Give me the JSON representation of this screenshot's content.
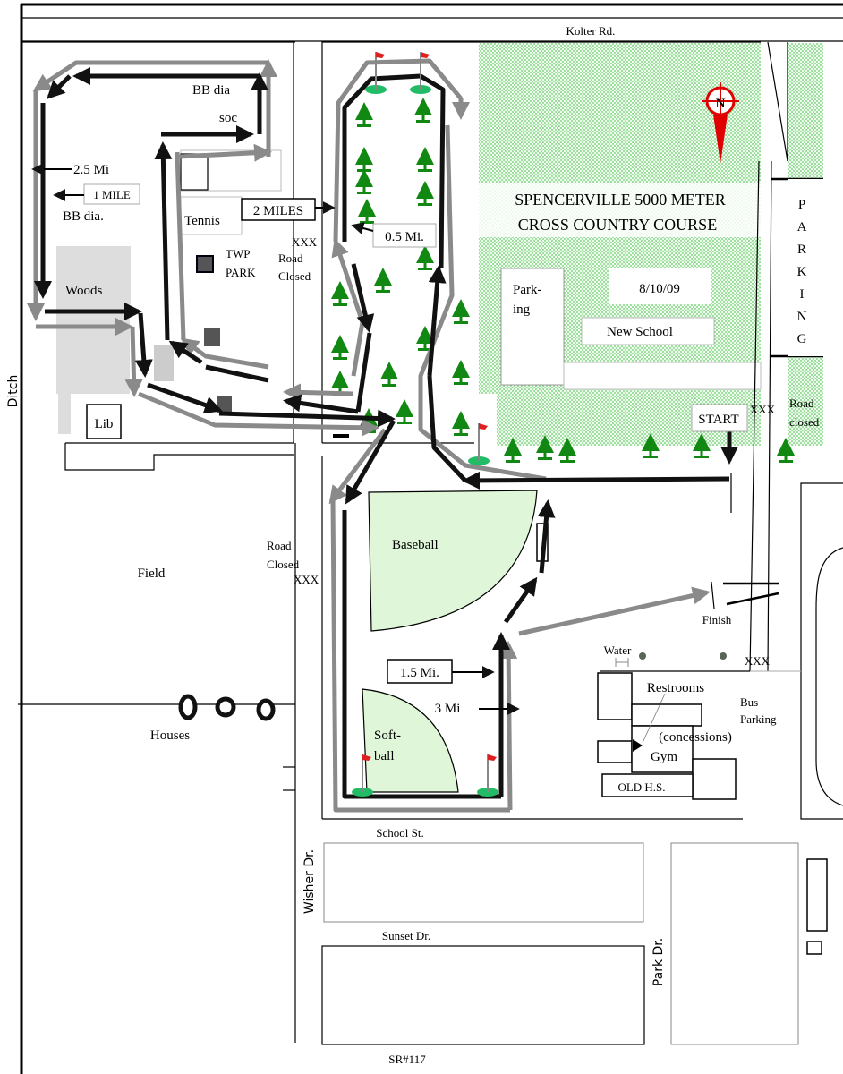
{
  "title": {
    "line1": "SPENCERVILLE 5000 METER",
    "line2": "CROSS COUNTRY COURSE",
    "date": "8/10/09"
  },
  "roads": {
    "kolter": "Kolter Rd.",
    "school": "School St.",
    "wisher": "Wisher Dr.",
    "sunset": "Sunset Dr.",
    "park": "Park Dr.",
    "sr": "SR#117",
    "ditch": "Ditch"
  },
  "compass": {
    "letter": "N",
    "color": "#e00000"
  },
  "places": {
    "new_school": "New School",
    "parking_small_1": "Park-",
    "parking_small_2": "ing",
    "parking_vertical": [
      "P",
      "A",
      "R",
      "K",
      "I",
      "N",
      "G"
    ],
    "start": "START",
    "finish": "Finish",
    "water": "Water",
    "restrooms": "Restrooms",
    "concessions": "(concessions)",
    "gym": "Gym",
    "old_hs": "OLD H.S.",
    "bus_parking_1": "Bus",
    "bus_parking_2": "Parking",
    "baseball": "Baseball",
    "softball_1": "Soft-",
    "softball_2": "ball",
    "field": "Field",
    "houses": "Houses",
    "woods": "Woods",
    "lib": "Lib",
    "tennis": "Tennis",
    "twp_park_1": "TWP",
    "twp_park_2": "PARK",
    "bb_dia_top": "BB dia",
    "soc": "soc",
    "bb_dia_left": "BB dia."
  },
  "closures": {
    "xxx": "XXX",
    "road": "Road",
    "closed_cap": "Closed",
    "closed_low": "closed"
  },
  "markers": {
    "half_mile": "0.5 Mi.",
    "one_mile": "1 MILE",
    "one_half_mile": "1.5 Mi.",
    "two_miles": "2 MILES",
    "two_half_mile": "2.5 Mi",
    "three_mile": "3 Mi"
  },
  "colors": {
    "tree": "#118811",
    "grass": "#dff5df",
    "dots": "#66cc66",
    "field_green": "#dff7d8",
    "flag": "#e02020",
    "flag_base": "#22bb66",
    "route_dark": "#111111",
    "route_light": "#8a8a8a",
    "woods": "#dddddd"
  }
}
